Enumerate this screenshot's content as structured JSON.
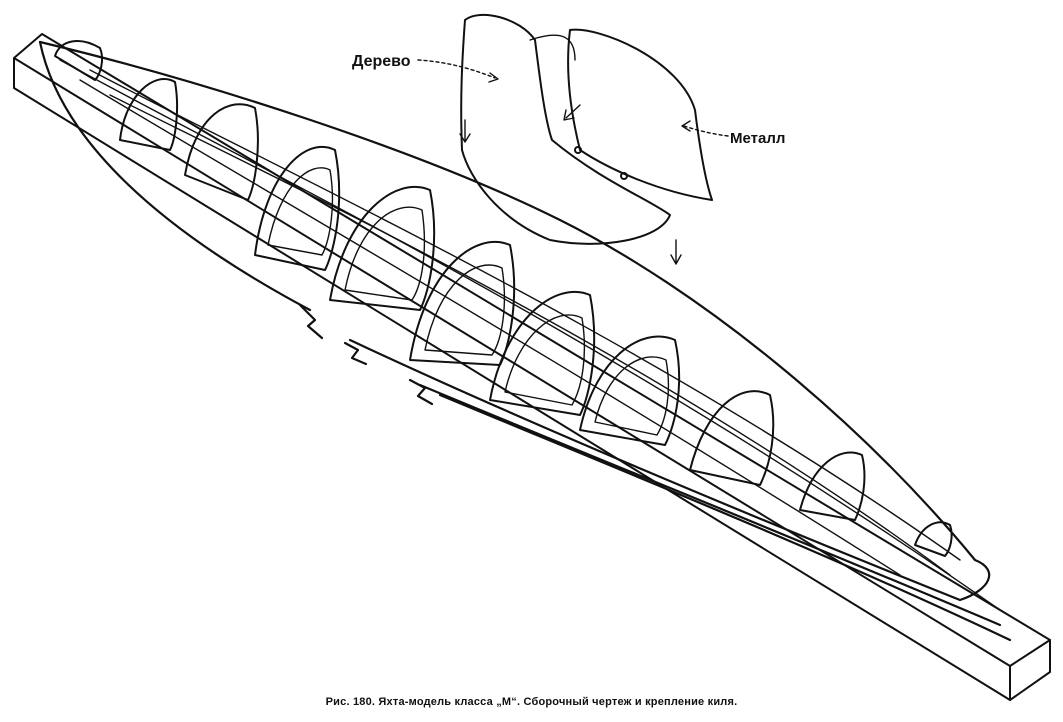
{
  "labels": {
    "wood": "Дерево",
    "metal": "Металл"
  },
  "caption": "Рис. 180. Яхта-модель класса „М“. Сборочный чертеж и крепление киля.",
  "colors": {
    "ink": "#111111",
    "paper": "#ffffff"
  }
}
